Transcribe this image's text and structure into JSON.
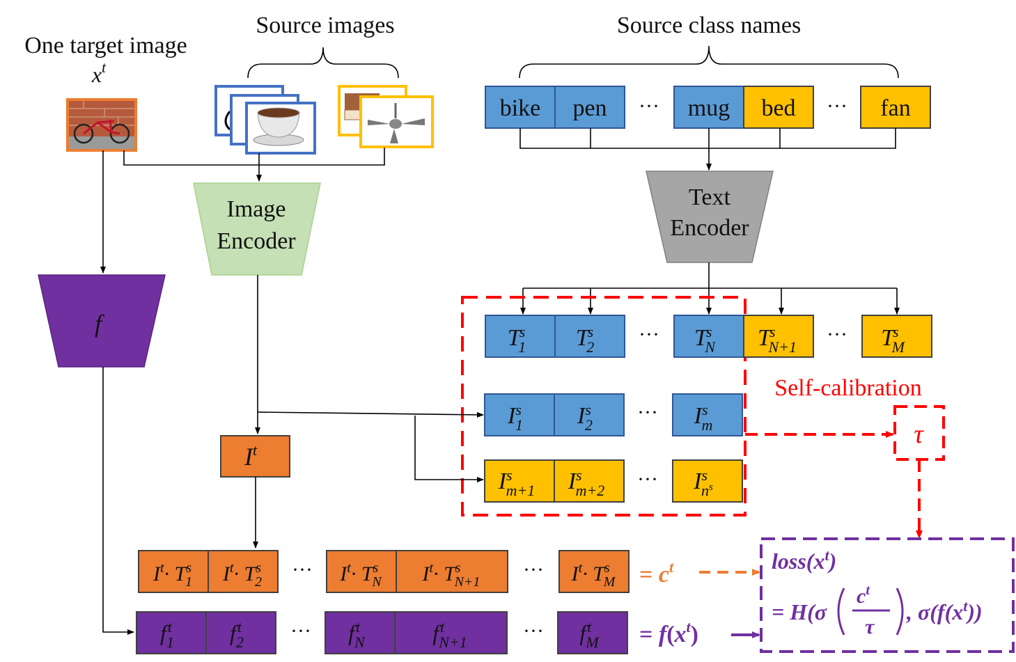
{
  "labels": {
    "target_title": "One target image",
    "source_images": "Source images",
    "source_class_names": "Source class names",
    "image_encoder_l1": "Image",
    "image_encoder_l2": "Encoder",
    "text_encoder_l1": "Text",
    "text_encoder_l2": "Encoder",
    "self_calibration": "Self-calibration",
    "ellipsis": "···"
  },
  "class_names": [
    "bike",
    "pen",
    "mug",
    "bed",
    "fan"
  ],
  "colors": {
    "source_blue": "#5b9bd5",
    "source_gold": "#ffc000",
    "target_orange": "#ed7d31",
    "model_purple": "#7030a0",
    "text_encoder_gray": "#a6a6a6",
    "image_encoder_green": "#c5e0b4",
    "self_calibration_red": "#ff0000"
  },
  "icons": [
    "bike-photo-icon",
    "mug-photo-icon",
    "bed-photo-icon",
    "ceiling-fan-photo-icon"
  ]
}
